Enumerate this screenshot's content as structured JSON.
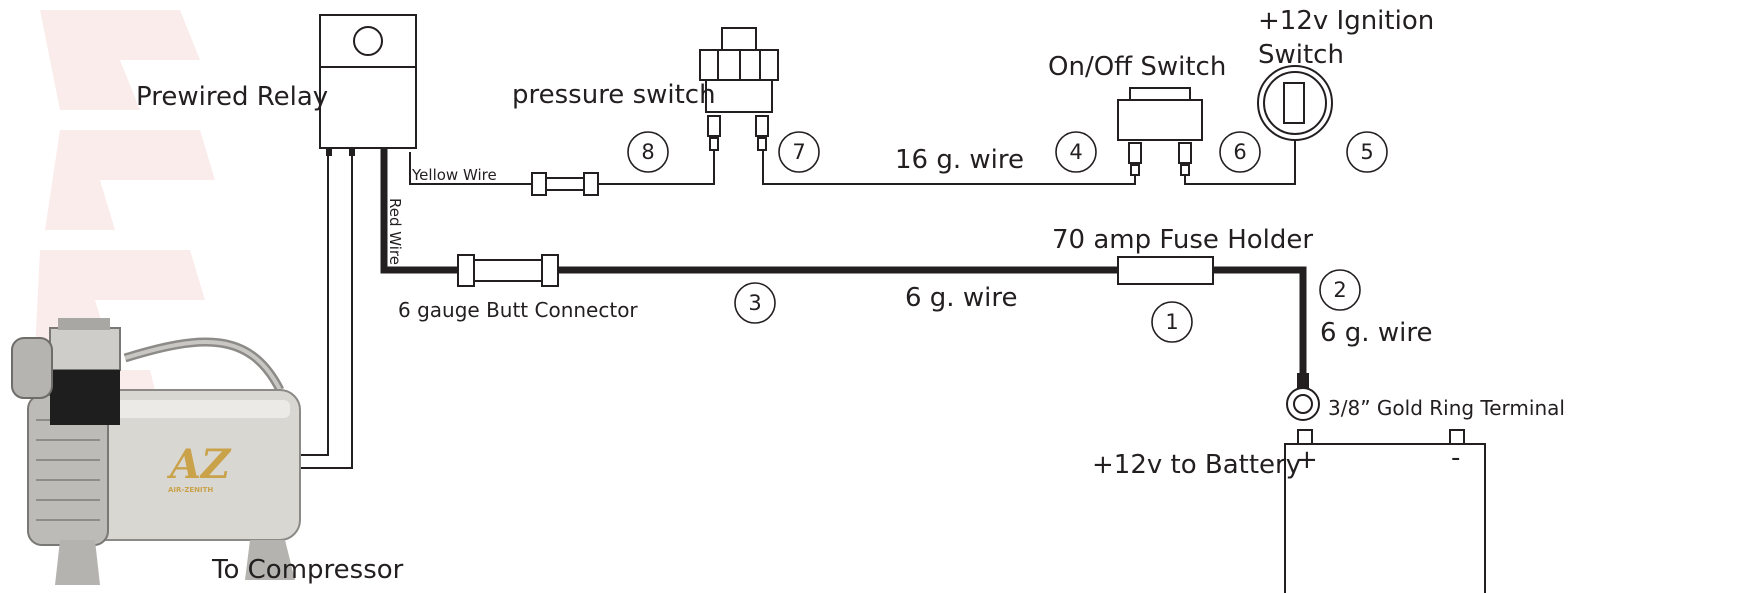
{
  "labels": {
    "relay": "Prewired Relay",
    "pressure_switch": "pressure switch",
    "on_off_switch": "On/Off Switch",
    "ignition_line1": "+12v Ignition",
    "ignition_line2": "Switch",
    "yellow_wire": "Yellow Wire",
    "red_wire": "Red Wire",
    "wire_16g": "16 g. wire",
    "fuse_holder": "70 amp Fuse Holder",
    "butt_connector": "6 gauge Butt Connector",
    "wire_6g_main": "6 g. wire",
    "wire_6g_battery": "6 g. wire",
    "ring_terminal": "3/8” Gold Ring Terminal",
    "battery": "+12v to Battery",
    "battery_plus": "+",
    "battery_minus": "-",
    "compressor": "To Compressor",
    "brand_big": "AZ",
    "brand_small": "AIR-ZENITH"
  },
  "callouts": {
    "n1": "1",
    "n2": "2",
    "n3": "3",
    "n4": "4",
    "n5": "5",
    "n6": "6",
    "n7": "7",
    "n8": "8"
  },
  "colors": {
    "line": "#231f20",
    "watermark": "#fbecec",
    "compressor_body": "#d9d7d2"
  }
}
